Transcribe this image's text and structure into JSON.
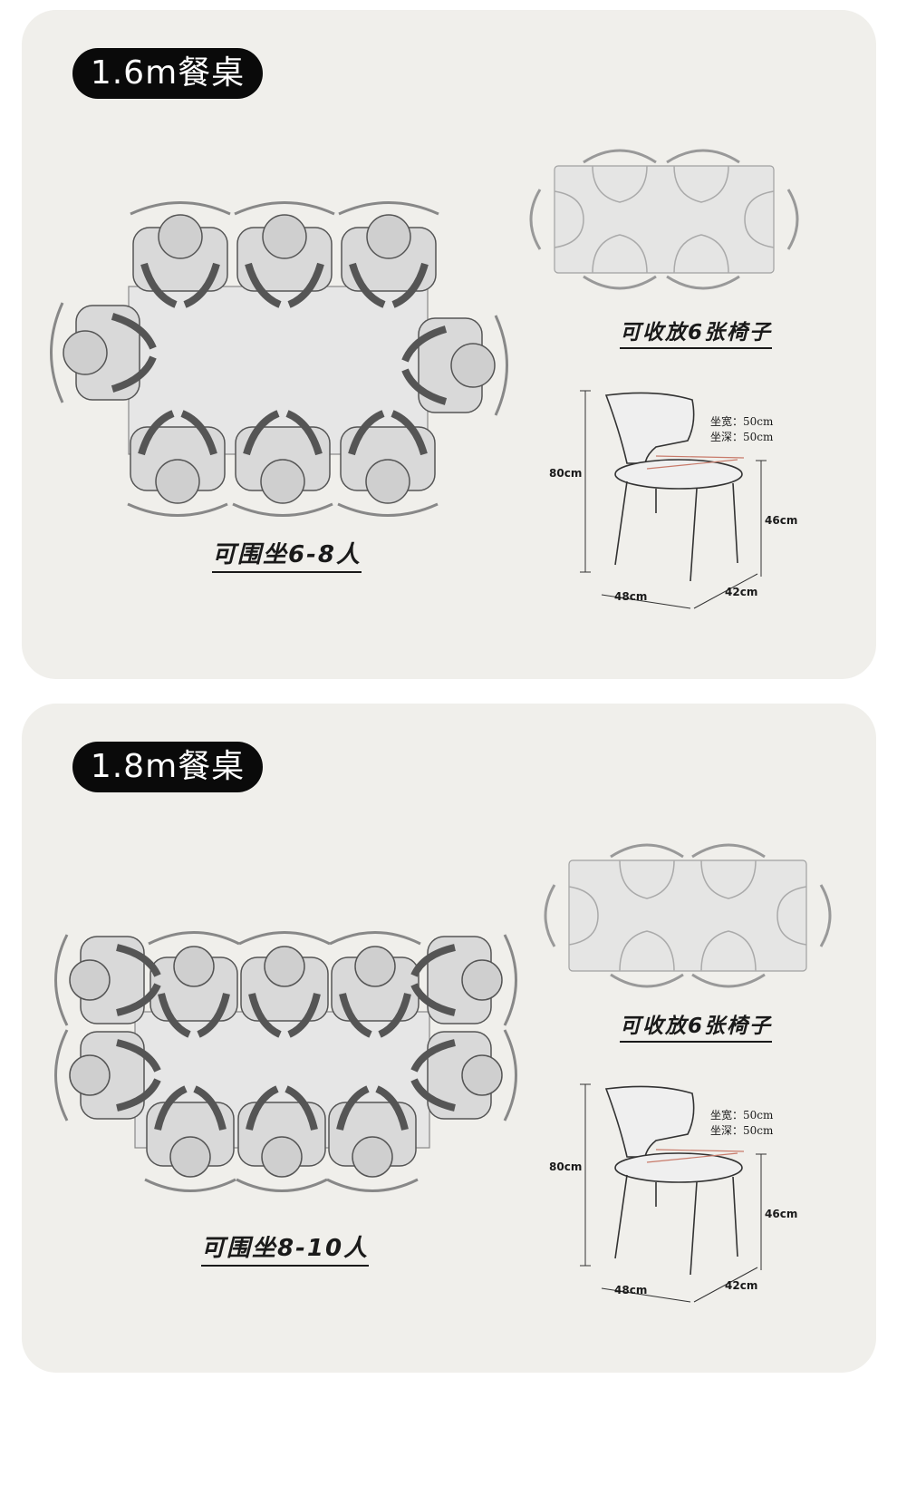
{
  "sections": [
    {
      "title": "1.6m餐桌",
      "seating": "可围坐6-8人",
      "storage": "可收放6张椅子",
      "chair": {
        "width_label": "坐宽：50cm",
        "depth_label": "坐深：50cm",
        "height": "80cm",
        "seat_height": "46cm",
        "front_width": "48cm",
        "side_depth": "42cm"
      }
    },
    {
      "title": "1.8m餐桌",
      "seating": "可围坐8-10人",
      "storage": "可收放6张椅子",
      "chair": {
        "width_label": "坐宽：50cm",
        "depth_label": "坐深：50cm",
        "height": "80cm",
        "seat_height": "46cm",
        "front_width": "48cm",
        "side_depth": "42cm"
      }
    }
  ],
  "colors": {
    "panel": "#f0efeb",
    "badge": "#0a0a0a",
    "line": "#555555",
    "accent": "#c87a6a"
  }
}
